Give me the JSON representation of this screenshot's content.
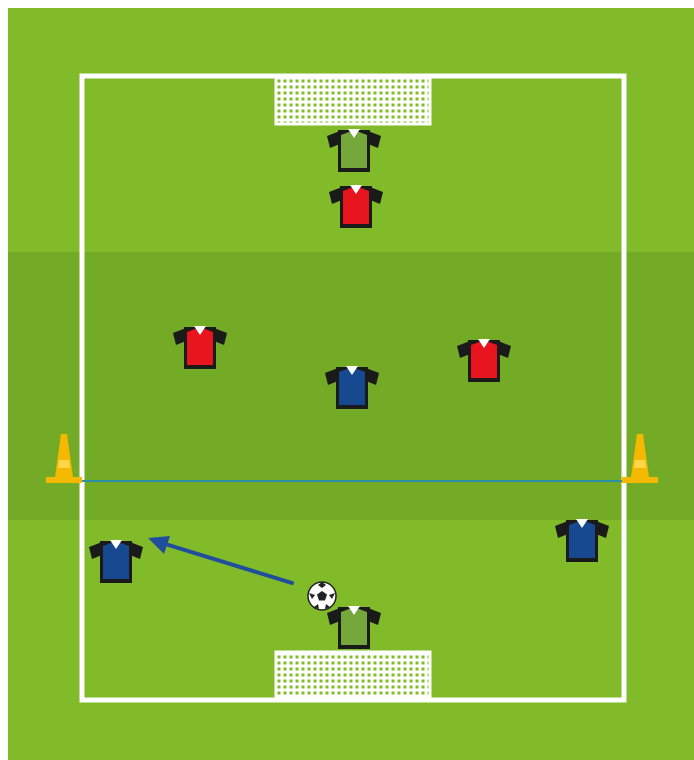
{
  "diagram": {
    "type": "soccer-drill",
    "colors": {
      "grass_light": "#82bb2a",
      "grass_dark": "#74ab26",
      "lines": "#ffffff",
      "center_line": "#2c8fa6",
      "cone": "#f5b800",
      "arrow": "#1f4e9c",
      "team_red": "#e8141e",
      "team_blue": "#16498f",
      "goalkeeper": "#74a83a",
      "shirt_trim": "#1a1a1a"
    },
    "players": [
      {
        "team": "goalkeeper",
        "role": "top-goalkeeper"
      },
      {
        "team": "red",
        "role": "red-forward-center"
      },
      {
        "team": "red",
        "role": "red-left"
      },
      {
        "team": "blue",
        "role": "blue-center"
      },
      {
        "team": "red",
        "role": "red-right"
      },
      {
        "team": "blue",
        "role": "blue-left"
      },
      {
        "team": "blue",
        "role": "blue-right"
      },
      {
        "team": "goalkeeper",
        "role": "bottom-goalkeeper"
      }
    ],
    "objects": [
      "ball",
      "pass-arrow",
      "left-cone",
      "right-cone",
      "top-goal",
      "bottom-goal",
      "center-line"
    ]
  }
}
